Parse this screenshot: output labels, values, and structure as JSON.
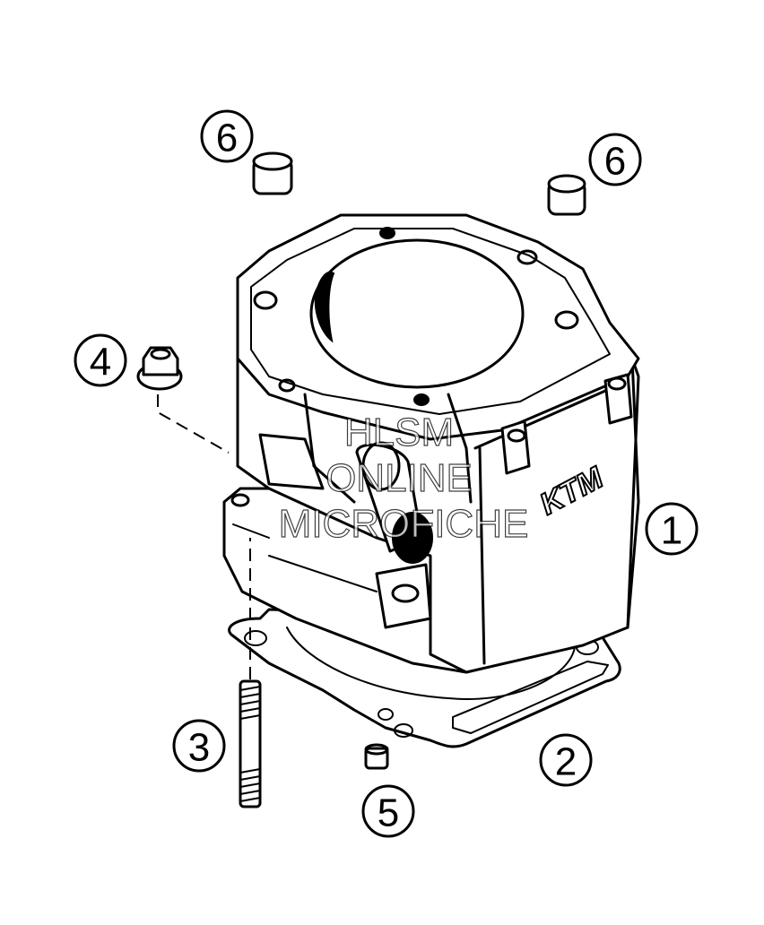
{
  "callouts": [
    {
      "label": "1",
      "part": "cylinder"
    },
    {
      "label": "2",
      "part": "cylinder-base-gasket"
    },
    {
      "label": "3",
      "part": "stud"
    },
    {
      "label": "4",
      "part": "collar-nut"
    },
    {
      "label": "5",
      "part": "dowel-sleeve-small"
    },
    {
      "label": "6",
      "part": "dowel-sleeve-left"
    },
    {
      "label": "6",
      "part": "dowel-sleeve-right"
    }
  ],
  "watermark": {
    "line1": "HLSM",
    "line2": "ONLINE",
    "line3": "MICROFICHE"
  },
  "logo": {
    "text": "KTM"
  },
  "colors": {
    "line": "#000000",
    "background": "#ffffff"
  }
}
